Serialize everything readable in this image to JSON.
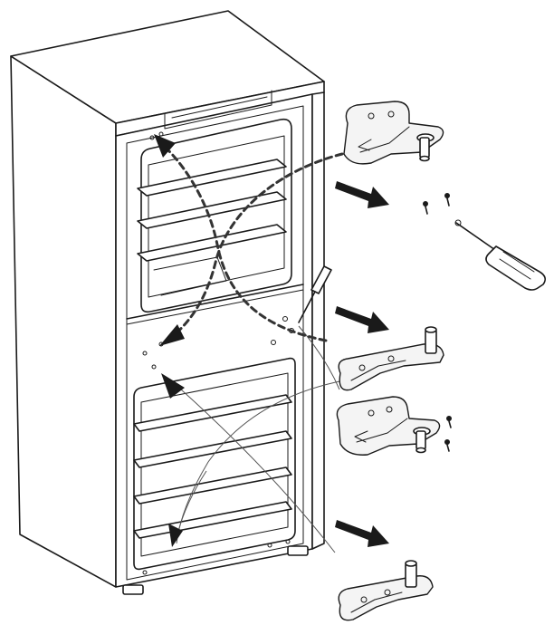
{
  "figure": {
    "subject": "refrigerator-door-reversal",
    "colors": {
      "line": "#1a1a1a",
      "fill": "#ffffff",
      "shade": "#f4f4f4",
      "arrow": "#1a1a1a"
    },
    "icons": [
      "refrigerator-cabinet",
      "upper-hinge-bracket",
      "middle-hinge-bracket",
      "lower-hinge-bracket",
      "screwdriver-icon",
      "screw-icon",
      "removal-arrow-icon",
      "transfer-arrow-icon"
    ]
  }
}
